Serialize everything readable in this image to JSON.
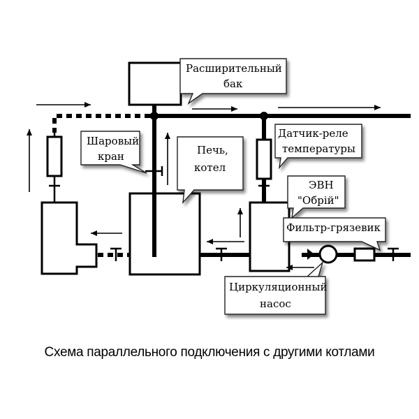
{
  "labels": {
    "expansion_tank": [
      "Расширительный",
      "бак"
    ],
    "ball_valve": [
      "Шаровый",
      "кран"
    ],
    "furnace": [
      "Печь,",
      "котел"
    ],
    "sensor_relay": [
      "Датчик-реле",
      "температуры"
    ],
    "evn": [
      "ЭВН",
      "\"Обрій\""
    ],
    "filter": [
      "Фильтр-грязевик"
    ],
    "pump": [
      "Циркуляционный",
      "насос"
    ]
  },
  "caption": "Схема параллельного подключения с другими котлами"
}
